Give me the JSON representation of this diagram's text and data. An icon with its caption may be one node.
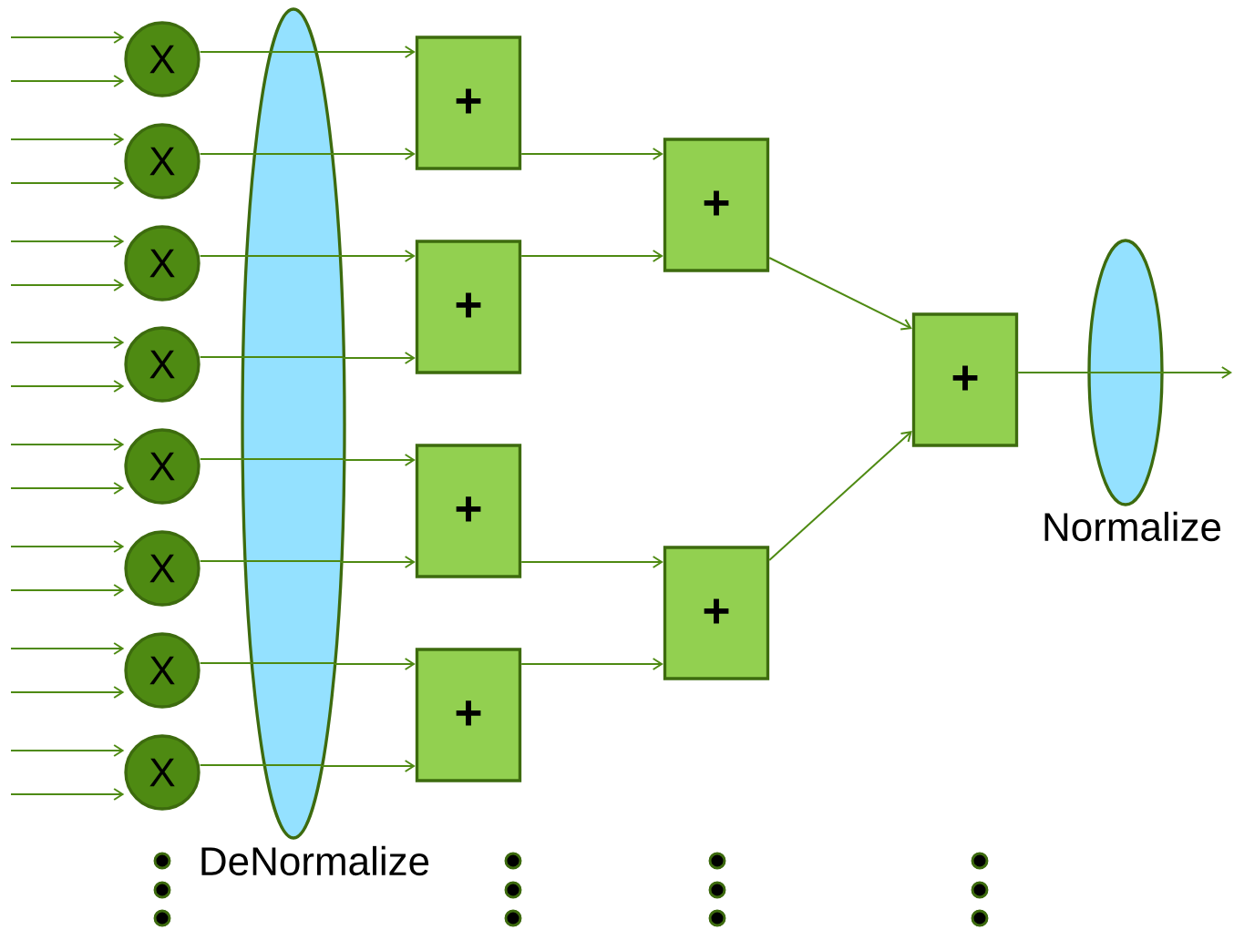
{
  "diagram": {
    "nodes": [
      {
        "text": [
          "X"
        ]
      },
      {
        "text": [
          "X"
        ]
      },
      {
        "text": [
          "X"
        ]
      },
      {
        "text": [
          "X"
        ]
      },
      {
        "text": [
          "X"
        ]
      },
      {
        "text": [
          "X"
        ]
      },
      {
        "text": [
          "X"
        ]
      },
      {
        "text": [
          "X"
        ]
      },
      {
        "text": [
          "DeNormalize"
        ]
      },
      {
        "text": [
          "+"
        ]
      },
      {
        "text": [
          "+"
        ]
      },
      {
        "text": [
          "+"
        ]
      },
      {
        "text": [
          "+"
        ]
      },
      {
        "text": [
          "+"
        ]
      },
      {
        "text": [
          "+"
        ]
      },
      {
        "text": [
          "+"
        ]
      },
      {
        "text": [
          "Normalize"
        ]
      }
    ],
    "edges": [
      {
        "from": null,
        "to": 0,
        "arrow": "to"
      },
      {
        "from": null,
        "to": 0,
        "arrow": "to"
      },
      {
        "from": null,
        "to": 1,
        "arrow": "to"
      },
      {
        "from": null,
        "to": 1,
        "arrow": "to"
      },
      {
        "from": null,
        "to": 2,
        "arrow": "to"
      },
      {
        "from": null,
        "to": 2,
        "arrow": "to"
      },
      {
        "from": null,
        "to": 3,
        "arrow": "to"
      },
      {
        "from": null,
        "to": 3,
        "arrow": "to"
      },
      {
        "from": null,
        "to": 4,
        "arrow": "to"
      },
      {
        "from": null,
        "to": 4,
        "arrow": "to"
      },
      {
        "from": null,
        "to": 5,
        "arrow": "to"
      },
      {
        "from": null,
        "to": 5,
        "arrow": "to"
      },
      {
        "from": null,
        "to": 6,
        "arrow": "to"
      },
      {
        "from": null,
        "to": 6,
        "arrow": "to"
      },
      {
        "from": null,
        "to": 7,
        "arrow": "to"
      },
      {
        "from": null,
        "to": 7,
        "arrow": "to"
      },
      {
        "from": 0,
        "to": 8,
        "arrow": "none"
      },
      {
        "from": 1,
        "to": 8,
        "arrow": "none"
      },
      {
        "from": 2,
        "to": 8,
        "arrow": "none"
      },
      {
        "from": 3,
        "to": 8,
        "arrow": "none"
      },
      {
        "from": 4,
        "to": 8,
        "arrow": "none"
      },
      {
        "from": 5,
        "to": 8,
        "arrow": "none"
      },
      {
        "from": 6,
        "to": 8,
        "arrow": "none"
      },
      {
        "from": 7,
        "to": 8,
        "arrow": "none"
      },
      {
        "from": 8,
        "to": 9,
        "arrow": "to"
      },
      {
        "from": 8,
        "to": 9,
        "arrow": "to"
      },
      {
        "from": 8,
        "to": 10,
        "arrow": "to"
      },
      {
        "from": 8,
        "to": 10,
        "arrow": "to"
      },
      {
        "from": 8,
        "to": 11,
        "arrow": "to"
      },
      {
        "from": 8,
        "to": 11,
        "arrow": "to"
      },
      {
        "from": 8,
        "to": 12,
        "arrow": "to"
      },
      {
        "from": 8,
        "to": 12,
        "arrow": "to"
      },
      {
        "from": 9,
        "to": 13,
        "arrow": "to"
      },
      {
        "from": 10,
        "to": 13,
        "arrow": "to"
      },
      {
        "from": 11,
        "to": 14,
        "arrow": "to"
      },
      {
        "from": 12,
        "to": 14,
        "arrow": "to"
      },
      {
        "from": 13,
        "to": 15,
        "arrow": "to"
      },
      {
        "from": 14,
        "to": 15,
        "arrow": "to"
      },
      {
        "from": 15,
        "to": 16,
        "arrow": "none"
      },
      {
        "from": 16,
        "to": null,
        "arrow": "to"
      }
    ]
  }
}
